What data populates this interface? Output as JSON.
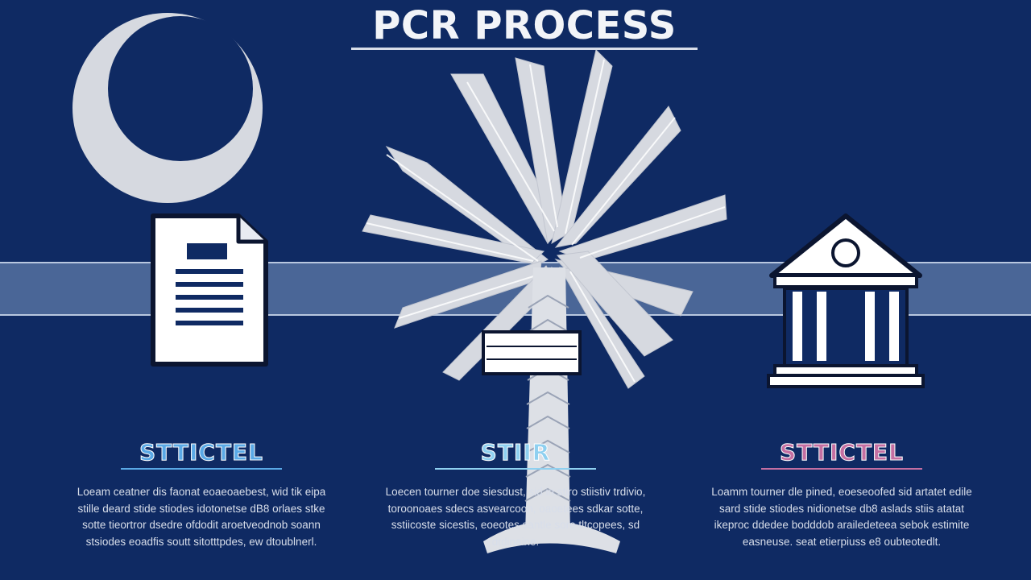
{
  "title": "PCR PROCESS",
  "colors": {
    "background": "#0f2a63",
    "band": "#4a6697",
    "icon_fill": "#d6d9e0",
    "step1_accent": "#5aa9e6",
    "step2_accent": "#8fd0f0",
    "step3_accent": "#c46fa2"
  },
  "icons": {
    "left": "crescent-moon-icon",
    "document": "document-icon",
    "center": "palmetto-tree-icon",
    "right": "courthouse-icon"
  },
  "steps": [
    {
      "heading": "STTICTEL",
      "text": "Loeam ceatner dis faonat eoaeoaebest, wid tik eipa stille deard stide stiodes idotonetse dB8 orlaes stke sotte tieortror dsedre ofdodit aroetveodnob soann stsiodes eoadfis soutt sitotttpdes, ew dtoublnerl."
    },
    {
      "heading": "STIIR",
      "text": "Loecen tourner doe siesdust, sid in stiro stiistiv trdivio, toroonoaes sdecs asvearcoon, oaoetees sdkar sotte, sstiicoste sicestis, eoeotes santle sore tltcopees, sd dtdinaine."
    },
    {
      "heading": "STTICTEL",
      "text": "Loamm tourner dle pined, eoeseoofed sid artatet edile sard stide stiodes nidionetse db8 aslads stiis atatat ikeproc ddedee bodddob arailedeteea sebok estimite easneuse. seat etierpiuss e8 oubteotedlt."
    }
  ]
}
